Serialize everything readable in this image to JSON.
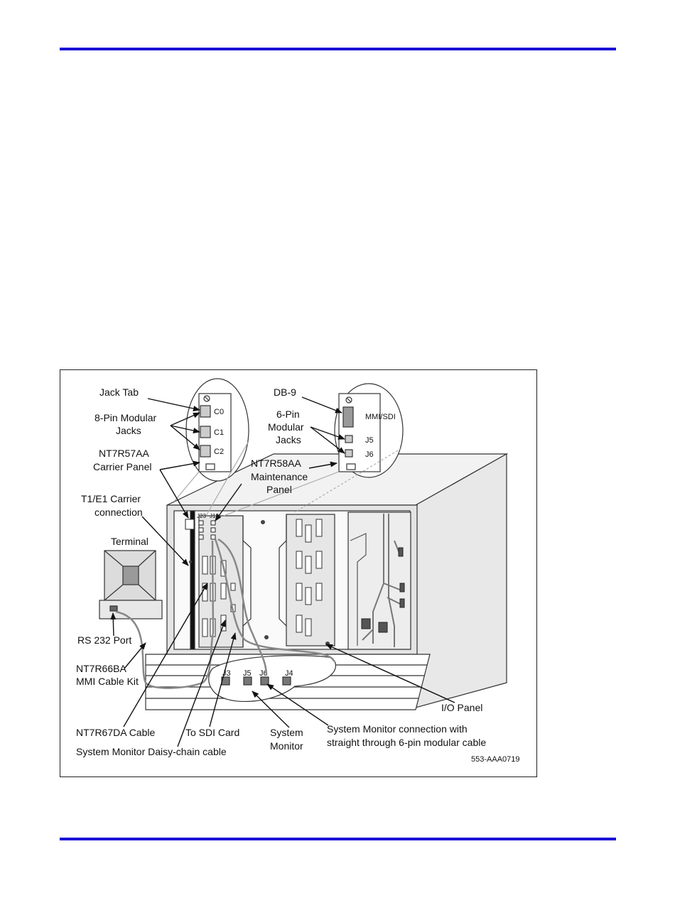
{
  "figure": {
    "labels": {
      "jack_tab": "Jack Tab",
      "eight_pin_1": "8-Pin Modular",
      "eight_pin_2": "Jacks",
      "c0": "C0",
      "c1": "C1",
      "c2": "C2",
      "carrier_panel_1": "NT7R57AA",
      "carrier_panel_2": "Carrier Panel",
      "db9": "DB-9",
      "mmi_sdi": "MMI/SDI",
      "six_pin_1": "6-Pin",
      "six_pin_2": "Modular",
      "six_pin_3": "Jacks",
      "j5": "J5",
      "j6": "J6",
      "maint_panel_1": "NT7R58AA",
      "maint_panel_2": "Maintenance",
      "maint_panel_3": "Panel",
      "t1e1_1": "T1/E1 Carrier",
      "t1e1_2": "connection",
      "terminal": "Terminal",
      "rs232": "RS 232 Port",
      "mmi_kit_1": "NT7R66BA",
      "mmi_kit_2": "MMI Cable Kit",
      "cable_67da": "NT7R67DA Cable",
      "to_sdi": "To SDI Card",
      "sysmon_1": "System",
      "sysmon_2": "Monitor",
      "daisy": "System Monitor Daisy-chain cable",
      "io_panel": "I/O Panel",
      "sysmon_conn_1": "System Monitor connection with",
      "sysmon_conn_2": "straight through 6-pin modular cable",
      "fig_id": "553-AAA0719",
      "jack_j3": "J3",
      "jack_j5": "J5",
      "jack_j6": "J6",
      "jack_j4": "J4",
      "slot_a": "J23",
      "slot_b": "J12"
    }
  }
}
